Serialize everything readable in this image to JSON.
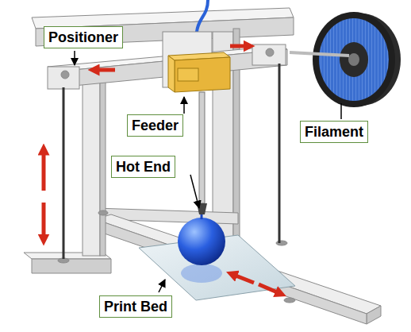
{
  "diagram": {
    "nodes": [
      {
        "text": [
          "Positioner"
        ]
      },
      {
        "text": [
          "Feeder"
        ]
      },
      {
        "text": [
          "Filament"
        ]
      },
      {
        "text": [
          "Hot End"
        ]
      },
      {
        "text": [
          "Print Bed"
        ]
      }
    ]
  }
}
